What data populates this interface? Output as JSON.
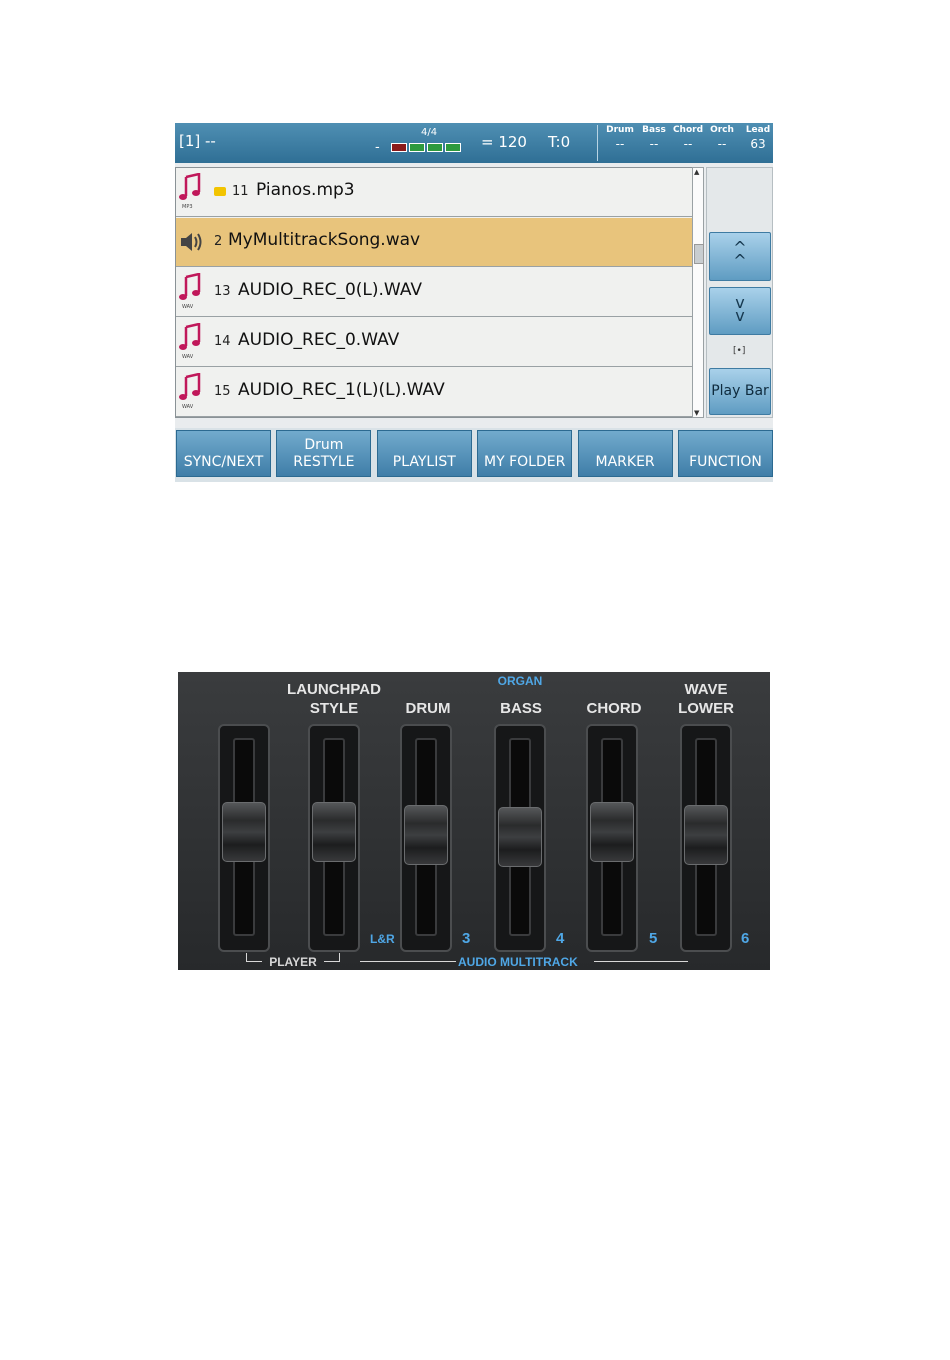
{
  "screen": {
    "topbar": {
      "song_slot": "[1] --",
      "meter_dash": "-",
      "time_signature": "4/4",
      "tempo": "= 120",
      "transpose": "T:0",
      "parts": [
        {
          "label": "Drum",
          "value": "--"
        },
        {
          "label": "Bass",
          "value": "--"
        },
        {
          "label": "Chord",
          "value": "--"
        },
        {
          "label": "Orch",
          "value": "--"
        },
        {
          "label": "Lead",
          "value": "63"
        }
      ],
      "meter_colors": [
        "#8b1a1a",
        "#2e9a3e",
        "#2e9a3e",
        "#2e9a3e"
      ]
    },
    "files": [
      {
        "num": "11",
        "name": "Pianos.mp3",
        "type": "MP3",
        "icon": "music-note-icon",
        "folder": true,
        "selected": false
      },
      {
        "num": "2",
        "name": "MyMultitrackSong.wav",
        "type": "",
        "icon": "speaker-icon",
        "folder": false,
        "selected": true
      },
      {
        "num": "13",
        "name": "AUDIO_REC_0(L).WAV",
        "type": "WAV",
        "icon": "music-note-icon",
        "folder": false,
        "selected": false
      },
      {
        "num": "14",
        "name": "AUDIO_REC_0.WAV",
        "type": "WAV",
        "icon": "music-note-icon",
        "folder": false,
        "selected": false
      },
      {
        "num": "15",
        "name": "AUDIO_REC_1(L)(L).WAV",
        "type": "WAV",
        "icon": "music-note-icon",
        "folder": false,
        "selected": false
      }
    ],
    "side": {
      "page_up": "^\n^",
      "page_down": "v\nv",
      "lock": "[•]",
      "play_bar": "Play Bar"
    },
    "function_buttons": [
      "SYNC/NEXT",
      "Drum\nRESTYLE",
      "PLAYLIST",
      "MY FOLDER",
      "MARKER",
      "FUNCTION"
    ]
  },
  "panel": {
    "labels": {
      "launchpad_style": "LAUNCHPAD\nSTYLE",
      "drum": "DRUM",
      "organ": "ORGAN",
      "bass": "BASS",
      "chord": "CHORD",
      "wave_lower": "WAVE\nLOWER"
    },
    "track_numbers": {
      "lr": "L&R",
      "t3": "3",
      "t4": "4",
      "t5": "5",
      "t6": "6"
    },
    "group_labels": {
      "player": "PLAYER",
      "audio_multitrack": "AUDIO MULTITRACK"
    },
    "fader_levels": [
      0.55,
      0.55,
      0.53,
      0.52,
      0.55,
      0.53
    ],
    "accent_blue": "#4fa7e6"
  }
}
